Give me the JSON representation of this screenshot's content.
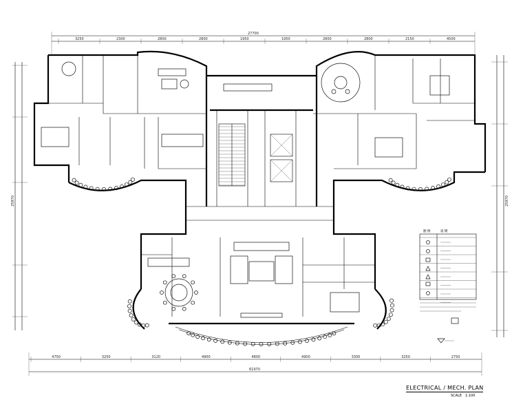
{
  "title_block": {
    "title": "ELECTRICAL / MECH. PLAN",
    "scale_label": "SCALE",
    "scale_value": "1:100"
  },
  "dimensions": {
    "top_overall": "27700",
    "top_segments": [
      "3250",
      "2300",
      "2800",
      "2800",
      "1950",
      "1950",
      "2800",
      "2800",
      "2150",
      "4500"
    ],
    "bottom_overall": "61970",
    "bottom_segments": [
      "4750",
      "3250",
      "3120",
      "4900",
      "4800",
      "4900",
      "3300",
      "3250",
      "2750"
    ],
    "left_overall": "25970",
    "right_overall": "25970"
  },
  "legend": {
    "header": [
      "图 例",
      "说 明"
    ]
  }
}
